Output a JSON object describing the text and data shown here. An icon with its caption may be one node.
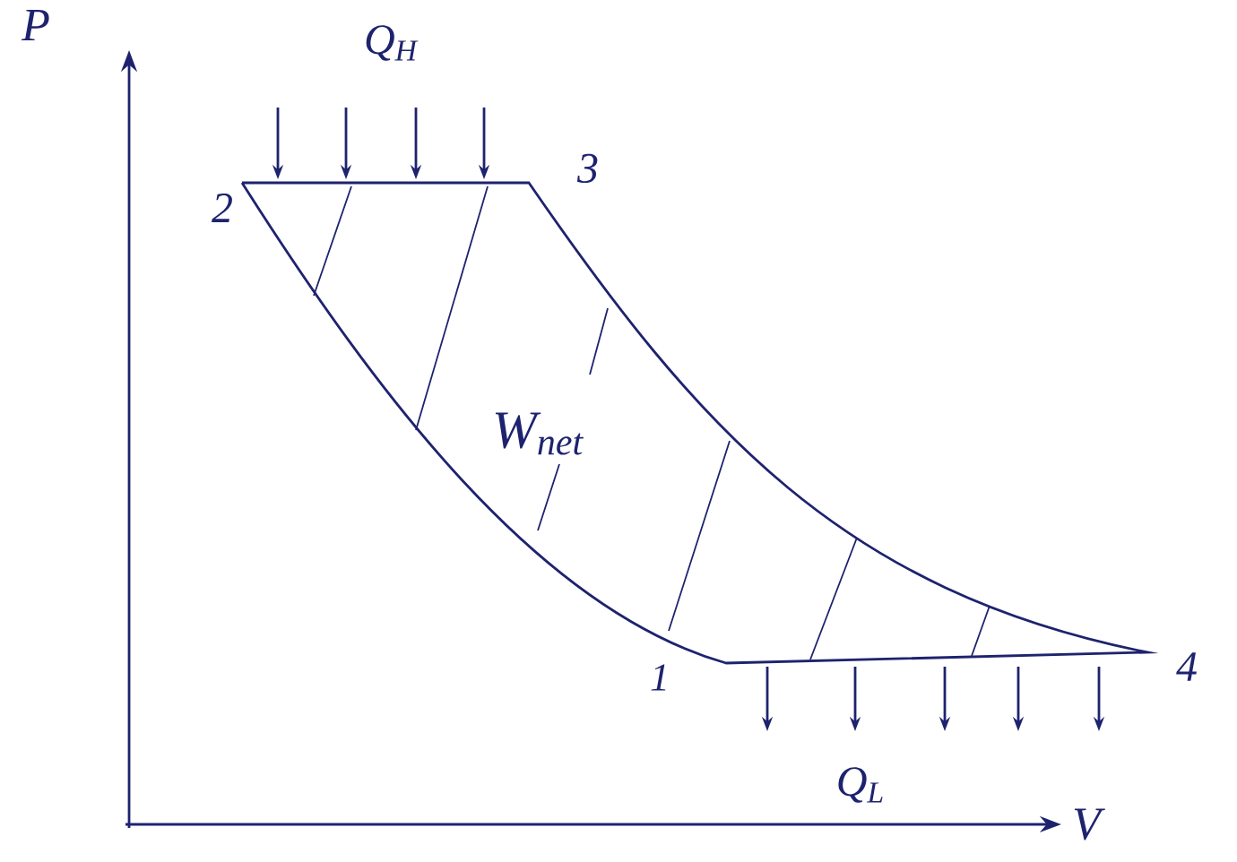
{
  "diagram": {
    "labels": [
      "P",
      "Q$_{H}$",
      "2",
      "3",
      "W$_{net}$",
      "1",
      "4",
      "Q$_{L}$",
      "V"
    ]
  }
}
